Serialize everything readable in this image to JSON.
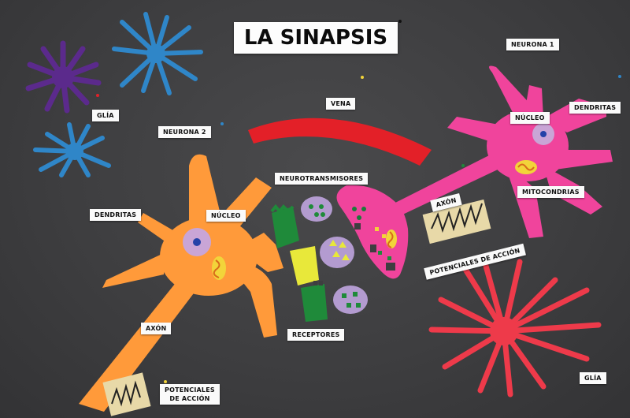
{
  "title": "LA SINAPSIS",
  "labels": {
    "neurona1": "NEURONA 1",
    "neurona2": "NEURONA 2",
    "glia_top": "GLÍA",
    "glia_bottom": "GLÍA",
    "vena": "VENA",
    "dendritas_right": "DENDRITAS",
    "dendritas_left": "DENDRITAS",
    "nucleo_right": "NÚCLEO",
    "nucleo_left": "NÚCLEO",
    "neurotransmisores": "NEUROTRANSMISORES",
    "axon_right": "AXÓN",
    "axon_left": "AXÓN",
    "mitocondrias": "MITOCONDRIAS",
    "potenciales_right": "POTENCIALES DE ACCIÓN",
    "potenciales_left_1": "POTENCIALES",
    "potenciales_left_2": "DE ACCIÓN",
    "receptores": "RECEPTORES"
  },
  "colors": {
    "board": "#3e3e40",
    "neuron_pink": "#f0449c",
    "neuron_orange": "#ff9a3a",
    "glia_purple": "#5b2a8c",
    "glia_blue": "#2f86c8",
    "glia_red": "#ee3a4a",
    "vein_red": "#e32028",
    "nucleus_lilac": "#c9a5d6",
    "mitochondria_yellow": "#f2d43a",
    "receptor_green": "#1f8a3a",
    "receptor_yellow": "#e8e83a",
    "vesicle_lilac": "#b39bd0"
  }
}
